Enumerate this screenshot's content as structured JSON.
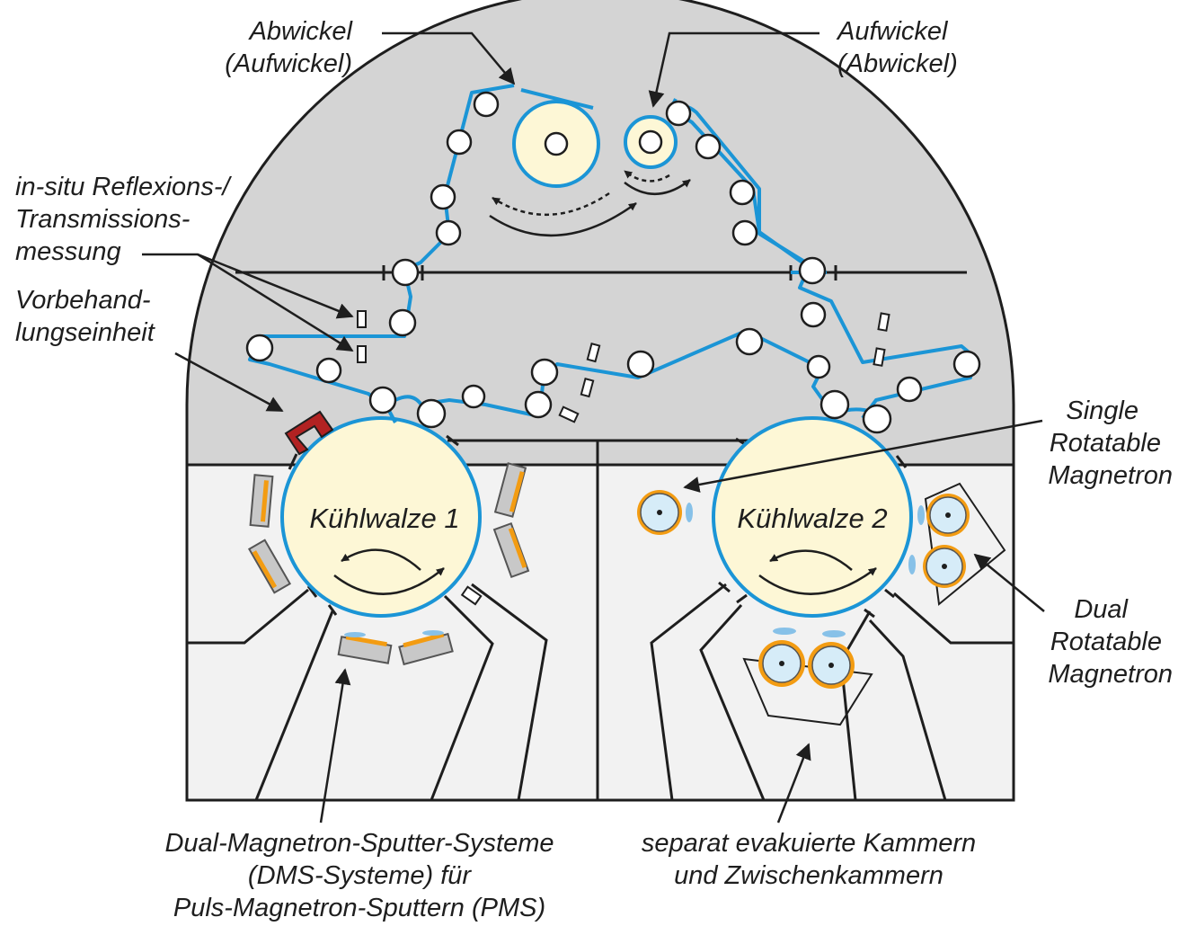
{
  "labels": {
    "unwinder": [
      "Abwickel",
      "(Aufwickel)"
    ],
    "rewinder": [
      "Aufwickel",
      "(Abwickel)"
    ],
    "insitu": [
      "in-situ Reflexions-/",
      "Transmissions-",
      "messung"
    ],
    "pretreatment": [
      "Vorbehand-",
      "lungseinheit"
    ],
    "single_magnetron": [
      "Single",
      "Rotatable",
      "Magnetron"
    ],
    "dual_magnetron": [
      "Dual",
      "Rotatable",
      "Magnetron"
    ],
    "dms": [
      "Dual-Magnetron-Sputter-Systeme",
      "(DMS-Systeme) für",
      "Puls-Magnetron-Sputtern (PMS)"
    ],
    "chambers": [
      "separat evakuierte Kammern",
      "und Zwischenkammern"
    ],
    "drum1": "Kühlwalze 1",
    "drum2": "Kühlwalze 2"
  },
  "colors": {
    "web": "#1b95d6",
    "drum_fill": "#fdf7d6",
    "upper_chamber": "#d4d4d4",
    "lower_chamber": "#f2f2f2",
    "pretreatment": "#b22222",
    "target": "#f39c12",
    "plasma": "#87c1e8"
  }
}
